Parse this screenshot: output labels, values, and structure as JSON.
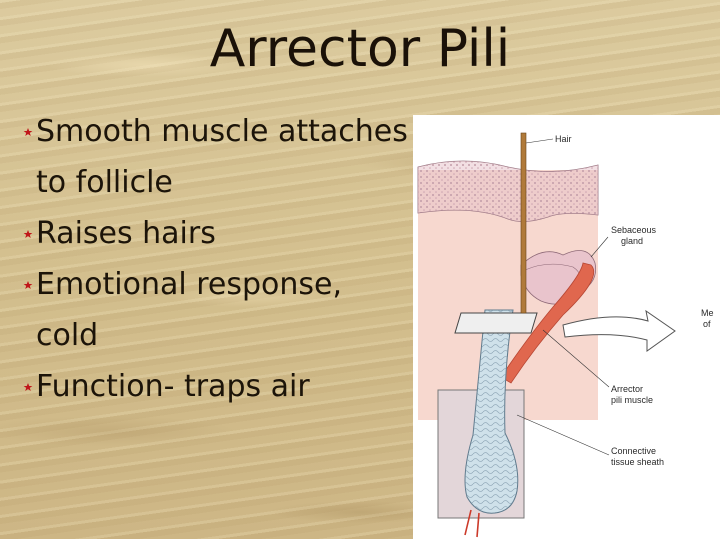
{
  "slide": {
    "title": "Arrector Pili",
    "bullets": [
      "Smooth muscle attaches to follicle",
      "Raises hairs",
      "Emotional response, cold",
      "Function- traps air"
    ],
    "bullet_icon": "crescent-star-icon",
    "bullet_color": "#c0161a"
  },
  "figure": {
    "labels": {
      "hair": "Hair",
      "sebaceous_1": "Sebaceous",
      "sebaceous_2": "gland",
      "arrector_1": "Arrector",
      "arrector_2": "pili muscle",
      "connective_1": "Connective",
      "connective_2": "tissue sheath",
      "cut_off_1": "Me",
      "cut_off_2": "of"
    }
  }
}
